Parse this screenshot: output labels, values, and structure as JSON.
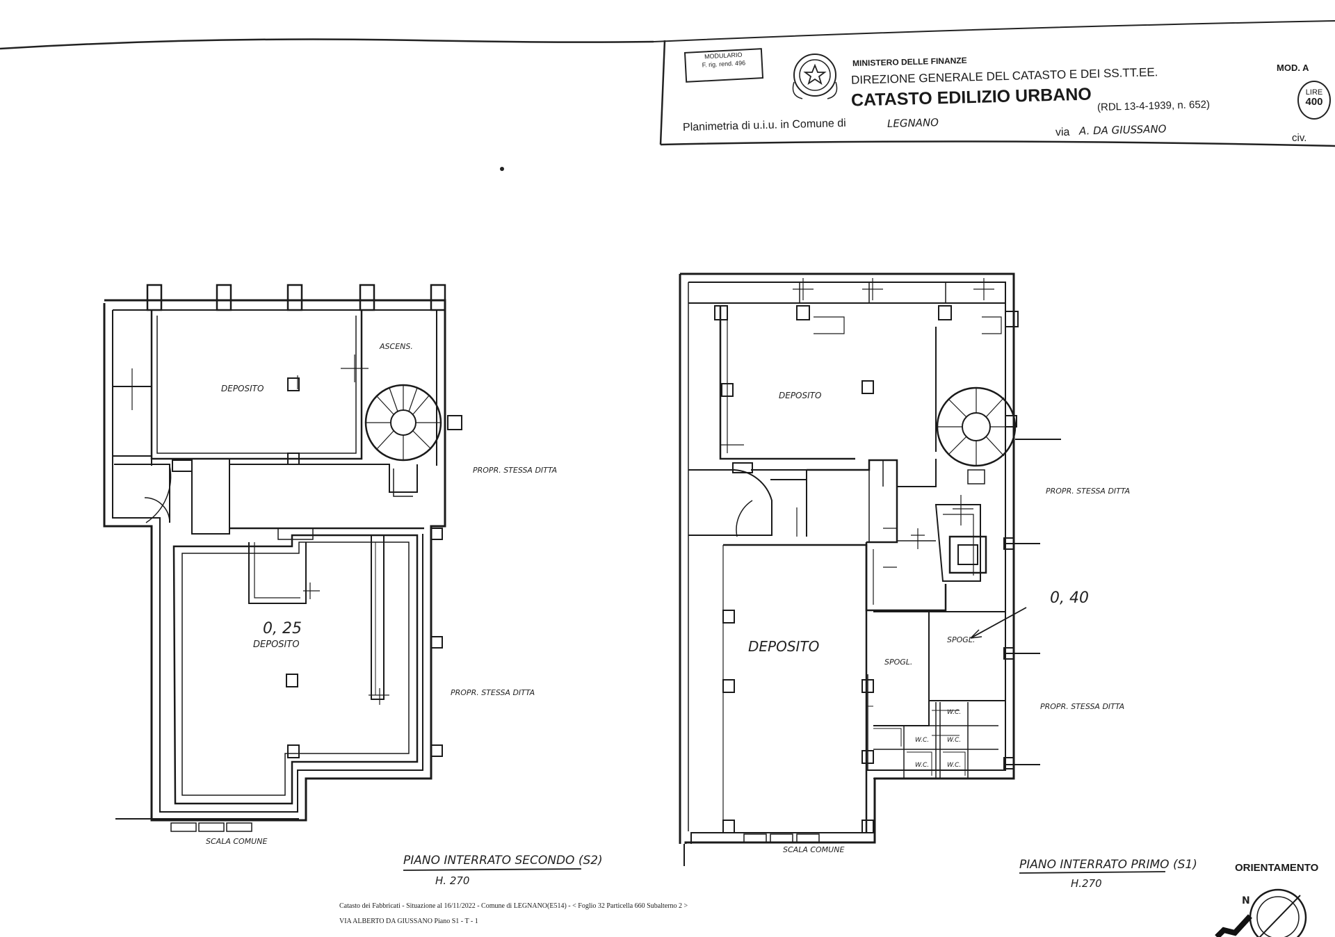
{
  "header": {
    "modulario_line1": "MODULARIO",
    "modulario_line2": "F. rig. rend. 496",
    "ministry": "MINISTERO DELLE FINANZE",
    "direzione": "DIREZIONE GENERALE DEL CATASTO E DEI SS.TT.EE.",
    "catasto": "CATASTO EDILIZIO URBANO",
    "rdl": "(RDL 13-4-1939, n. 652)",
    "planimetria_label": "Planimetria di u.i.u. in Comune di",
    "comune_value": "LEGNANO",
    "via_label": "via",
    "via_value": "A. DA GIUSSANO",
    "civ_label": "civ.",
    "mod_label": "MOD. A",
    "lire_label": "LIRE",
    "lire_amount": "400"
  },
  "plan_s2": {
    "room_ascens": "ASCENS.",
    "room_deposito_top": "DEPOSITO",
    "room_deposito_bottom": "DEPOSITO",
    "mark_025": "0, 25",
    "neighbor_1": "PROPR. STESSA DITTA",
    "neighbor_2": "PROPR. STESSA DITTA",
    "scala": "SCALA COMUNE",
    "title": "PIANO INTERRATO SECONDO (S2)",
    "height": "H. 270"
  },
  "plan_s1": {
    "room_deposito_top": "DEPOSITO",
    "room_deposito_bottom": "DEPOSITO",
    "mark_040": "0, 40",
    "spogl_1": "SPOGL.",
    "spogl_2": "SPOGL.",
    "wc_1": "W.C.",
    "wc_2": "W.C.",
    "wc_3": "W.C.",
    "wc_4": "W.C.",
    "wc_5": "W.C.",
    "neighbor_1": "PROPR. STESSA DITTA",
    "neighbor_2": "PROPR. STESSA DITTA",
    "scala": "SCALA COMUNE",
    "title": "PIANO INTERRATO PRIMO (S1)",
    "height": "H.270"
  },
  "footer": {
    "line1": "Catasto dei Fabbricati - Situazione al 16/11/2022 - Comune di LEGNANO(E514) - < Foglio 32 Particella 660 Subalterno 2 >",
    "line2": "VIA ALBERTO DA GIUSSANO Piano S1 - T - 1"
  },
  "orientamento": {
    "label": "ORIENTAMENTO",
    "north": "N"
  }
}
